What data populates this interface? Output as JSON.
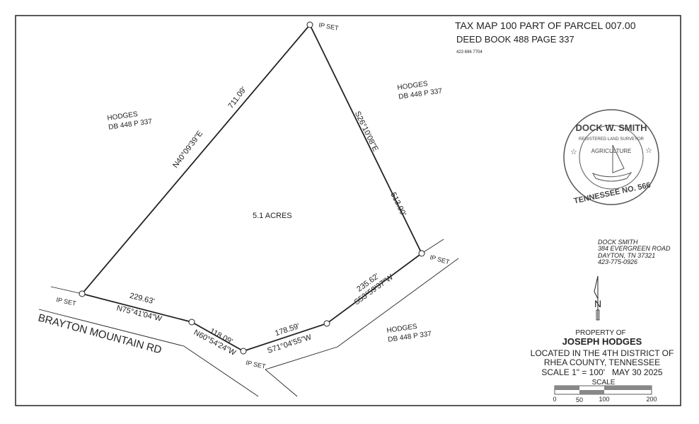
{
  "title_block": {
    "tax_map": "TAX MAP 100 PART OF PARCEL 007.00",
    "deed": "DEED BOOK 488 PAGE 337",
    "phone": "423 696 7704"
  },
  "adjoiners": [
    {
      "name": "HODGES",
      "ref": "DB 448 P 337"
    },
    {
      "name": "HODGES",
      "ref": "DB 448 P 337"
    },
    {
      "name": "HODGES",
      "ref": "DB 448 P 337"
    }
  ],
  "area": "5.1 ACRES",
  "road": "BRAYTON MOUNTAIN RD",
  "corner_label": "IP SET",
  "calls": [
    {
      "bearing": "N40°09'39\"E",
      "distance": "711.09'"
    },
    {
      "bearing": "S26°10'08\"E",
      "distance": "513.90'"
    },
    {
      "bearing": "S53°59'37\"W",
      "distance": "235.62'"
    },
    {
      "bearing": "S71°04'55\"W",
      "distance": "178.59'"
    },
    {
      "bearing": "N60°54'24\"W",
      "distance": "118.09'"
    },
    {
      "bearing": "N75°41'04\"W",
      "distance": "229.63'"
    }
  ],
  "seal": {
    "name": "DOCK W. SMITH",
    "title": "REGISTERED LAND SURVEYOR",
    "center": "AGRICULTURE",
    "state": "TENNESSEE NO. 566"
  },
  "surveyor": {
    "name": "DOCK SMITH",
    "address": "384 EVERGREEN ROAD",
    "city": "DAYTON, TN 37321",
    "phone": "423-775-0926"
  },
  "north_arrow": "N",
  "property": {
    "label": "PROPERTY OF",
    "owner": "JOSEPH HODGES",
    "location1": "LOCATED IN THE 4TH DISTRICT OF",
    "location2": "RHEA COUNTY, TENNESSEE",
    "scale_date": "SCALE 1\" = 100'   MAY 30 2025"
  },
  "scale_bar": {
    "label": "SCALE",
    "ticks": [
      "0",
      "50",
      "100",
      "200"
    ]
  }
}
